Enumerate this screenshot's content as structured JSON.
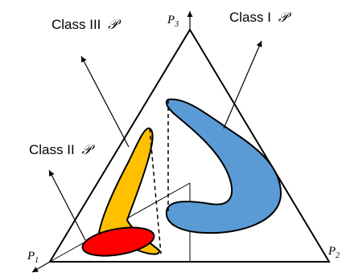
{
  "labels": {
    "class_iii": {
      "text": "Class III",
      "symbol": "𝒫"
    },
    "class_i": {
      "text": "Class I",
      "symbol": "𝒫"
    },
    "class_ii": {
      "text": "Class II",
      "symbol": "𝒫"
    }
  },
  "vertices": {
    "p1": {
      "base": "P",
      "sub": "1"
    },
    "p2": {
      "base": "P",
      "sub": "2"
    },
    "p3": {
      "base": "P",
      "sub": "3"
    }
  },
  "colors": {
    "class_i": "#5b9bd5",
    "class_ii": "#ff0000",
    "class_iii": "#ffc000",
    "outline": "#000000"
  }
}
